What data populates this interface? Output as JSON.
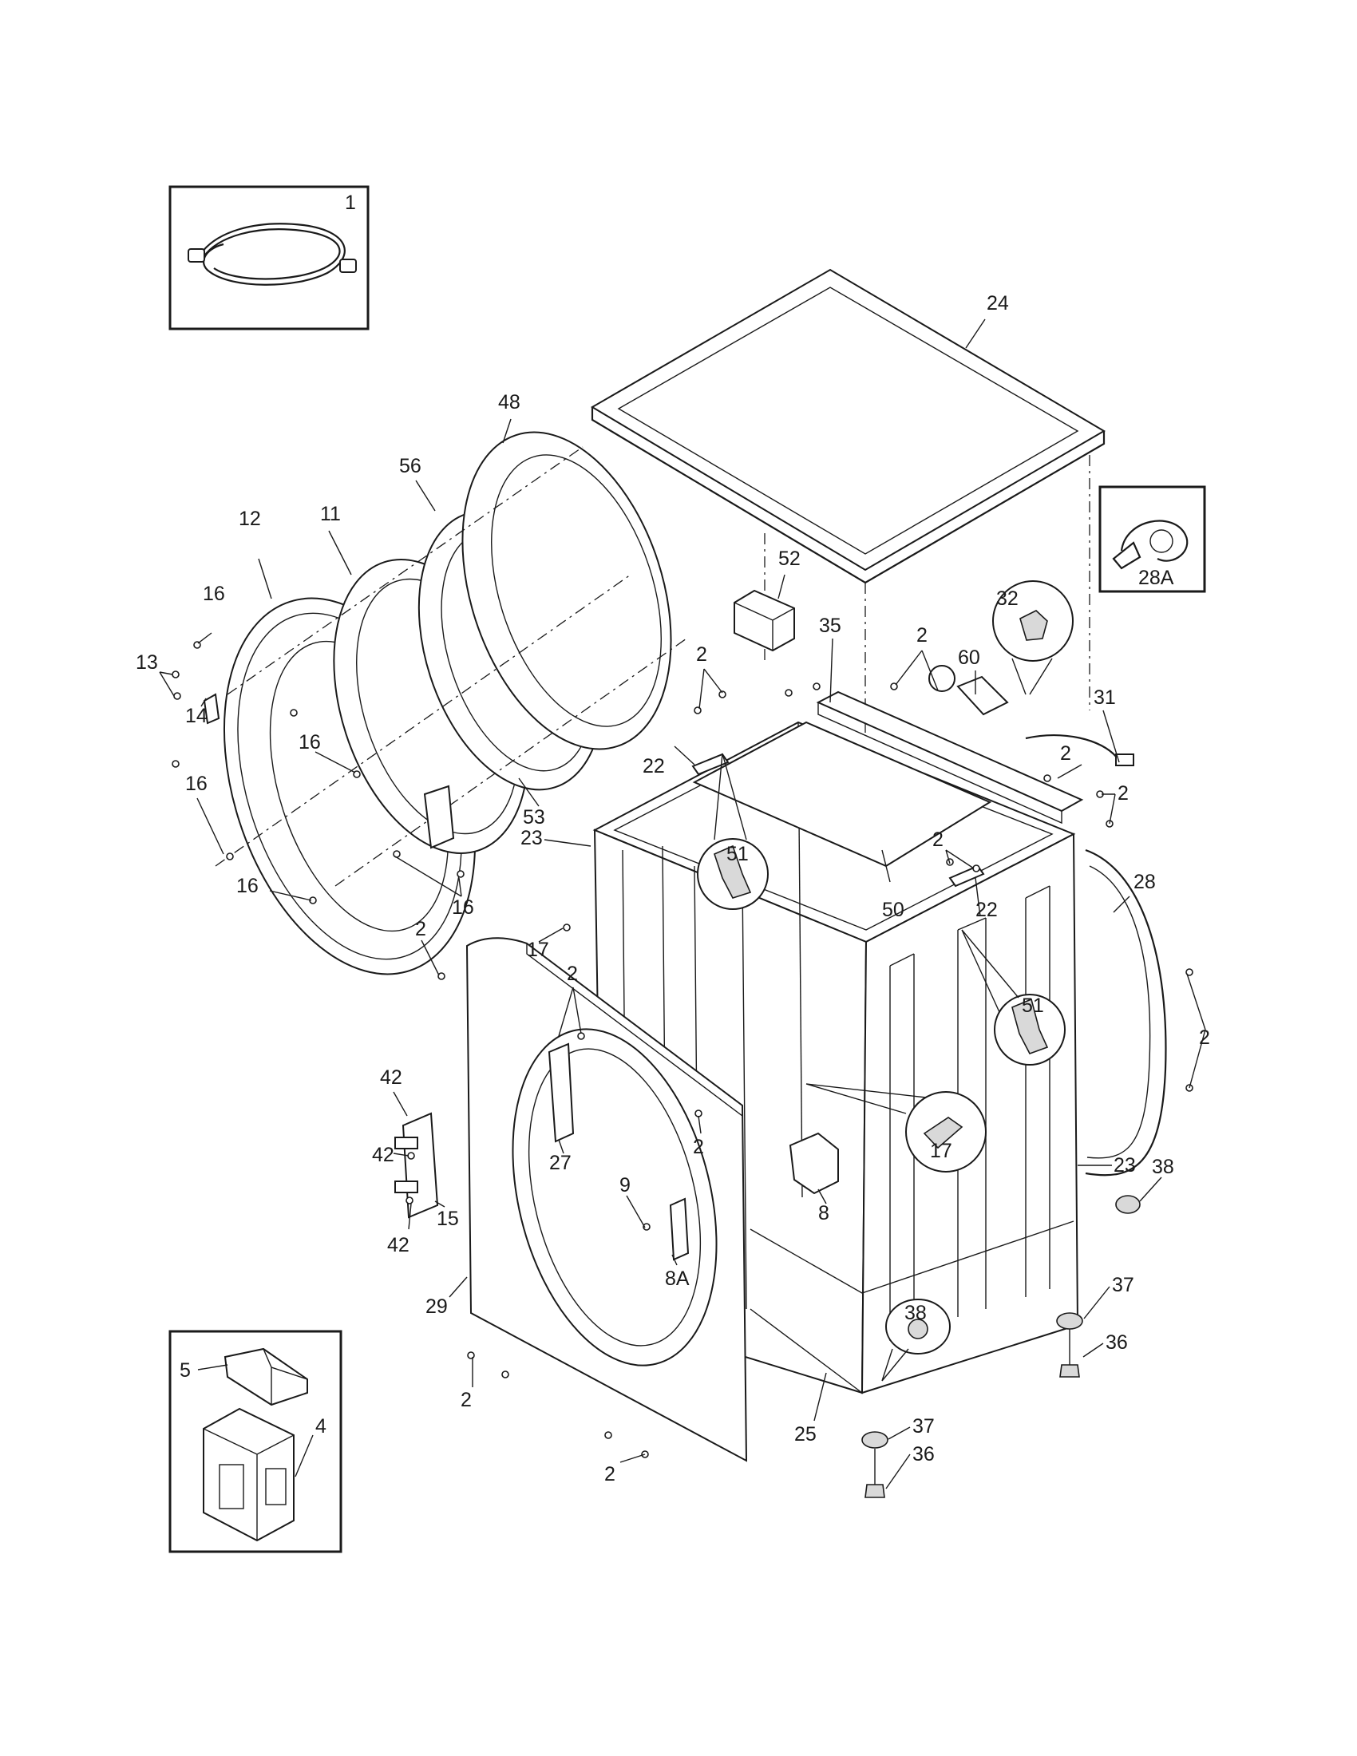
{
  "diagram": {
    "callouts": [
      {
        "id": "c1",
        "text": "1"
      },
      {
        "id": "c24",
        "text": "24"
      },
      {
        "id": "c48",
        "text": "48"
      },
      {
        "id": "c56",
        "text": "56"
      },
      {
        "id": "c12",
        "text": "12"
      },
      {
        "id": "c11",
        "text": "11"
      },
      {
        "id": "c16a",
        "text": "16"
      },
      {
        "id": "c13",
        "text": "13"
      },
      {
        "id": "c14",
        "text": "14"
      },
      {
        "id": "c16b",
        "text": "16"
      },
      {
        "id": "c16c",
        "text": "16"
      },
      {
        "id": "c16d",
        "text": "16"
      },
      {
        "id": "c16e",
        "text": "16"
      },
      {
        "id": "c53",
        "text": "53"
      },
      {
        "id": "c52",
        "text": "52"
      },
      {
        "id": "c28A",
        "text": "28A"
      },
      {
        "id": "c32",
        "text": "32"
      },
      {
        "id": "c35",
        "text": "35"
      },
      {
        "id": "c2a",
        "text": "2"
      },
      {
        "id": "c60",
        "text": "60"
      },
      {
        "id": "c2b",
        "text": "2"
      },
      {
        "id": "c31",
        "text": "31"
      },
      {
        "id": "c22a",
        "text": "22"
      },
      {
        "id": "c2c",
        "text": "2"
      },
      {
        "id": "c2d",
        "text": "2"
      },
      {
        "id": "c23a",
        "text": "23"
      },
      {
        "id": "c51a",
        "text": "51"
      },
      {
        "id": "c2e",
        "text": "2"
      },
      {
        "id": "c50",
        "text": "50"
      },
      {
        "id": "c22b",
        "text": "22"
      },
      {
        "id": "c28",
        "text": "28"
      },
      {
        "id": "c2f",
        "text": "2"
      },
      {
        "id": "c17a",
        "text": "17"
      },
      {
        "id": "c2g",
        "text": "2"
      },
      {
        "id": "c51b",
        "text": "51"
      },
      {
        "id": "c2h",
        "text": "2"
      },
      {
        "id": "c42a",
        "text": "42"
      },
      {
        "id": "c42b",
        "text": "42"
      },
      {
        "id": "c2i",
        "text": "2"
      },
      {
        "id": "c17b",
        "text": "17"
      },
      {
        "id": "c27",
        "text": "27"
      },
      {
        "id": "c23b",
        "text": "23"
      },
      {
        "id": "c38a",
        "text": "38"
      },
      {
        "id": "c15",
        "text": "15"
      },
      {
        "id": "c42c",
        "text": "42"
      },
      {
        "id": "c9",
        "text": "9"
      },
      {
        "id": "c8",
        "text": "8"
      },
      {
        "id": "c8A",
        "text": "8A"
      },
      {
        "id": "c38b",
        "text": "38"
      },
      {
        "id": "c37a",
        "text": "37"
      },
      {
        "id": "c29",
        "text": "29"
      },
      {
        "id": "c36a",
        "text": "36"
      },
      {
        "id": "c5",
        "text": "5"
      },
      {
        "id": "c4",
        "text": "4"
      },
      {
        "id": "c2j",
        "text": "2"
      },
      {
        "id": "c37b",
        "text": "37"
      },
      {
        "id": "c25",
        "text": "25"
      },
      {
        "id": "c36b",
        "text": "36"
      },
      {
        "id": "c2k",
        "text": "2"
      }
    ]
  }
}
